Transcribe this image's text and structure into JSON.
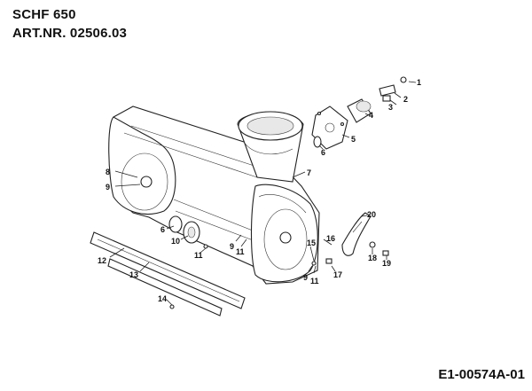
{
  "header": {
    "model": "SCHF 650",
    "article_number": "ART.NR. 02506.03"
  },
  "footer": {
    "diagram_code": "E1-00574A-01"
  },
  "callouts": {
    "c1": "1",
    "c2": "2",
    "c3": "3",
    "c4": "4",
    "c5": "5",
    "c6a": "6",
    "c6b": "6",
    "c7": "7",
    "c8": "8",
    "c9a": "9",
    "c9b": "9",
    "c9c": "9",
    "c10": "10",
    "c11a": "11",
    "c11b": "11",
    "c11c": "11",
    "c12": "12",
    "c13": "13",
    "c14": "14",
    "c15": "15",
    "c16": "16",
    "c17": "17",
    "c18": "18",
    "c19": "19",
    "c20": "20"
  }
}
